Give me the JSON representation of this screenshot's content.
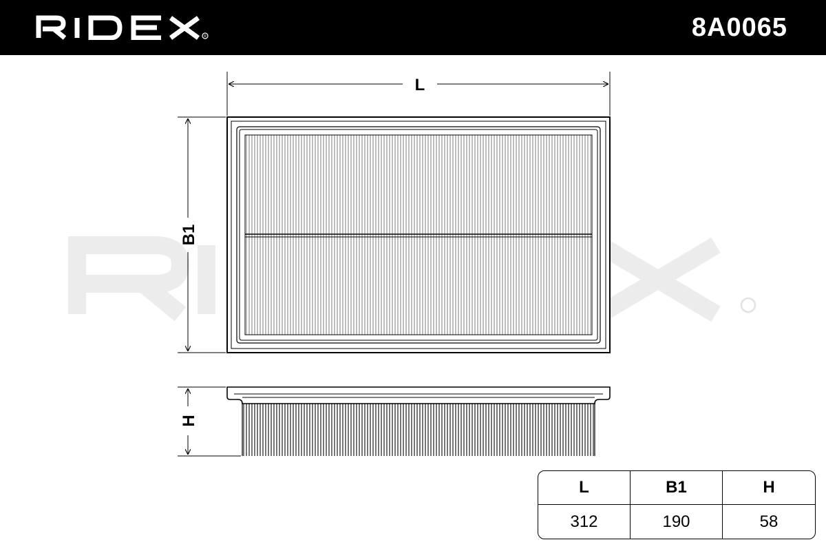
{
  "header": {
    "brand": "RIDEX",
    "part_number": "8A0065"
  },
  "watermark": {
    "text": "RIDEX"
  },
  "drawing": {
    "label_length": "L",
    "label_width": "B1",
    "label_height": "H"
  },
  "dimensions_table": {
    "headers": [
      "L",
      "B1",
      "H"
    ],
    "values": [
      "312",
      "190",
      "58"
    ]
  },
  "colors": {
    "header_bg": "#000000",
    "header_text": "#ffffff",
    "watermark": "#ececec",
    "line": "#000000"
  }
}
